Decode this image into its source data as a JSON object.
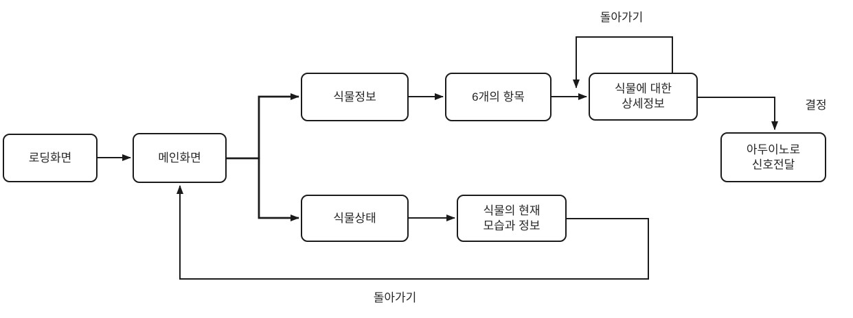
{
  "diagram": {
    "type": "flowchart",
    "background": "#ffffff",
    "line_color": "#1a1a1a",
    "box_fill": "#ffffff",
    "box_border": "#1a1a1a",
    "nodes": {
      "loading_screen": {
        "label": "로딩화면"
      },
      "main_screen": {
        "label": "메인화면"
      },
      "plant_info": {
        "label": "식물정보"
      },
      "six_items": {
        "label": "6개의 항목"
      },
      "detail_info": {
        "label": "식물에 대한\n상세정보"
      },
      "arduino_signal": {
        "label": "아두이노로\n신호전달"
      },
      "plant_status": {
        "label": "식물상태"
      },
      "current_state": {
        "label": "식물의 현재\n모습과 정보"
      }
    },
    "edge_labels": {
      "go_back_top": "돌아가기",
      "decision": "결정",
      "go_back_bottom": "돌아가기"
    },
    "edges": [
      {
        "from": "loading_screen",
        "to": "main_screen",
        "label": ""
      },
      {
        "from": "main_screen",
        "to": "plant_info",
        "label": ""
      },
      {
        "from": "main_screen",
        "to": "plant_status",
        "label": ""
      },
      {
        "from": "plant_info",
        "to": "six_items",
        "label": ""
      },
      {
        "from": "six_items",
        "to": "detail_info",
        "label": ""
      },
      {
        "from": "detail_info",
        "to": "detail_info",
        "label": "돌아가기"
      },
      {
        "from": "detail_info",
        "to": "arduino_signal",
        "label": "결정"
      },
      {
        "from": "plant_status",
        "to": "current_state",
        "label": ""
      },
      {
        "from": "current_state",
        "to": "main_screen",
        "label": "돌아가기"
      }
    ]
  }
}
